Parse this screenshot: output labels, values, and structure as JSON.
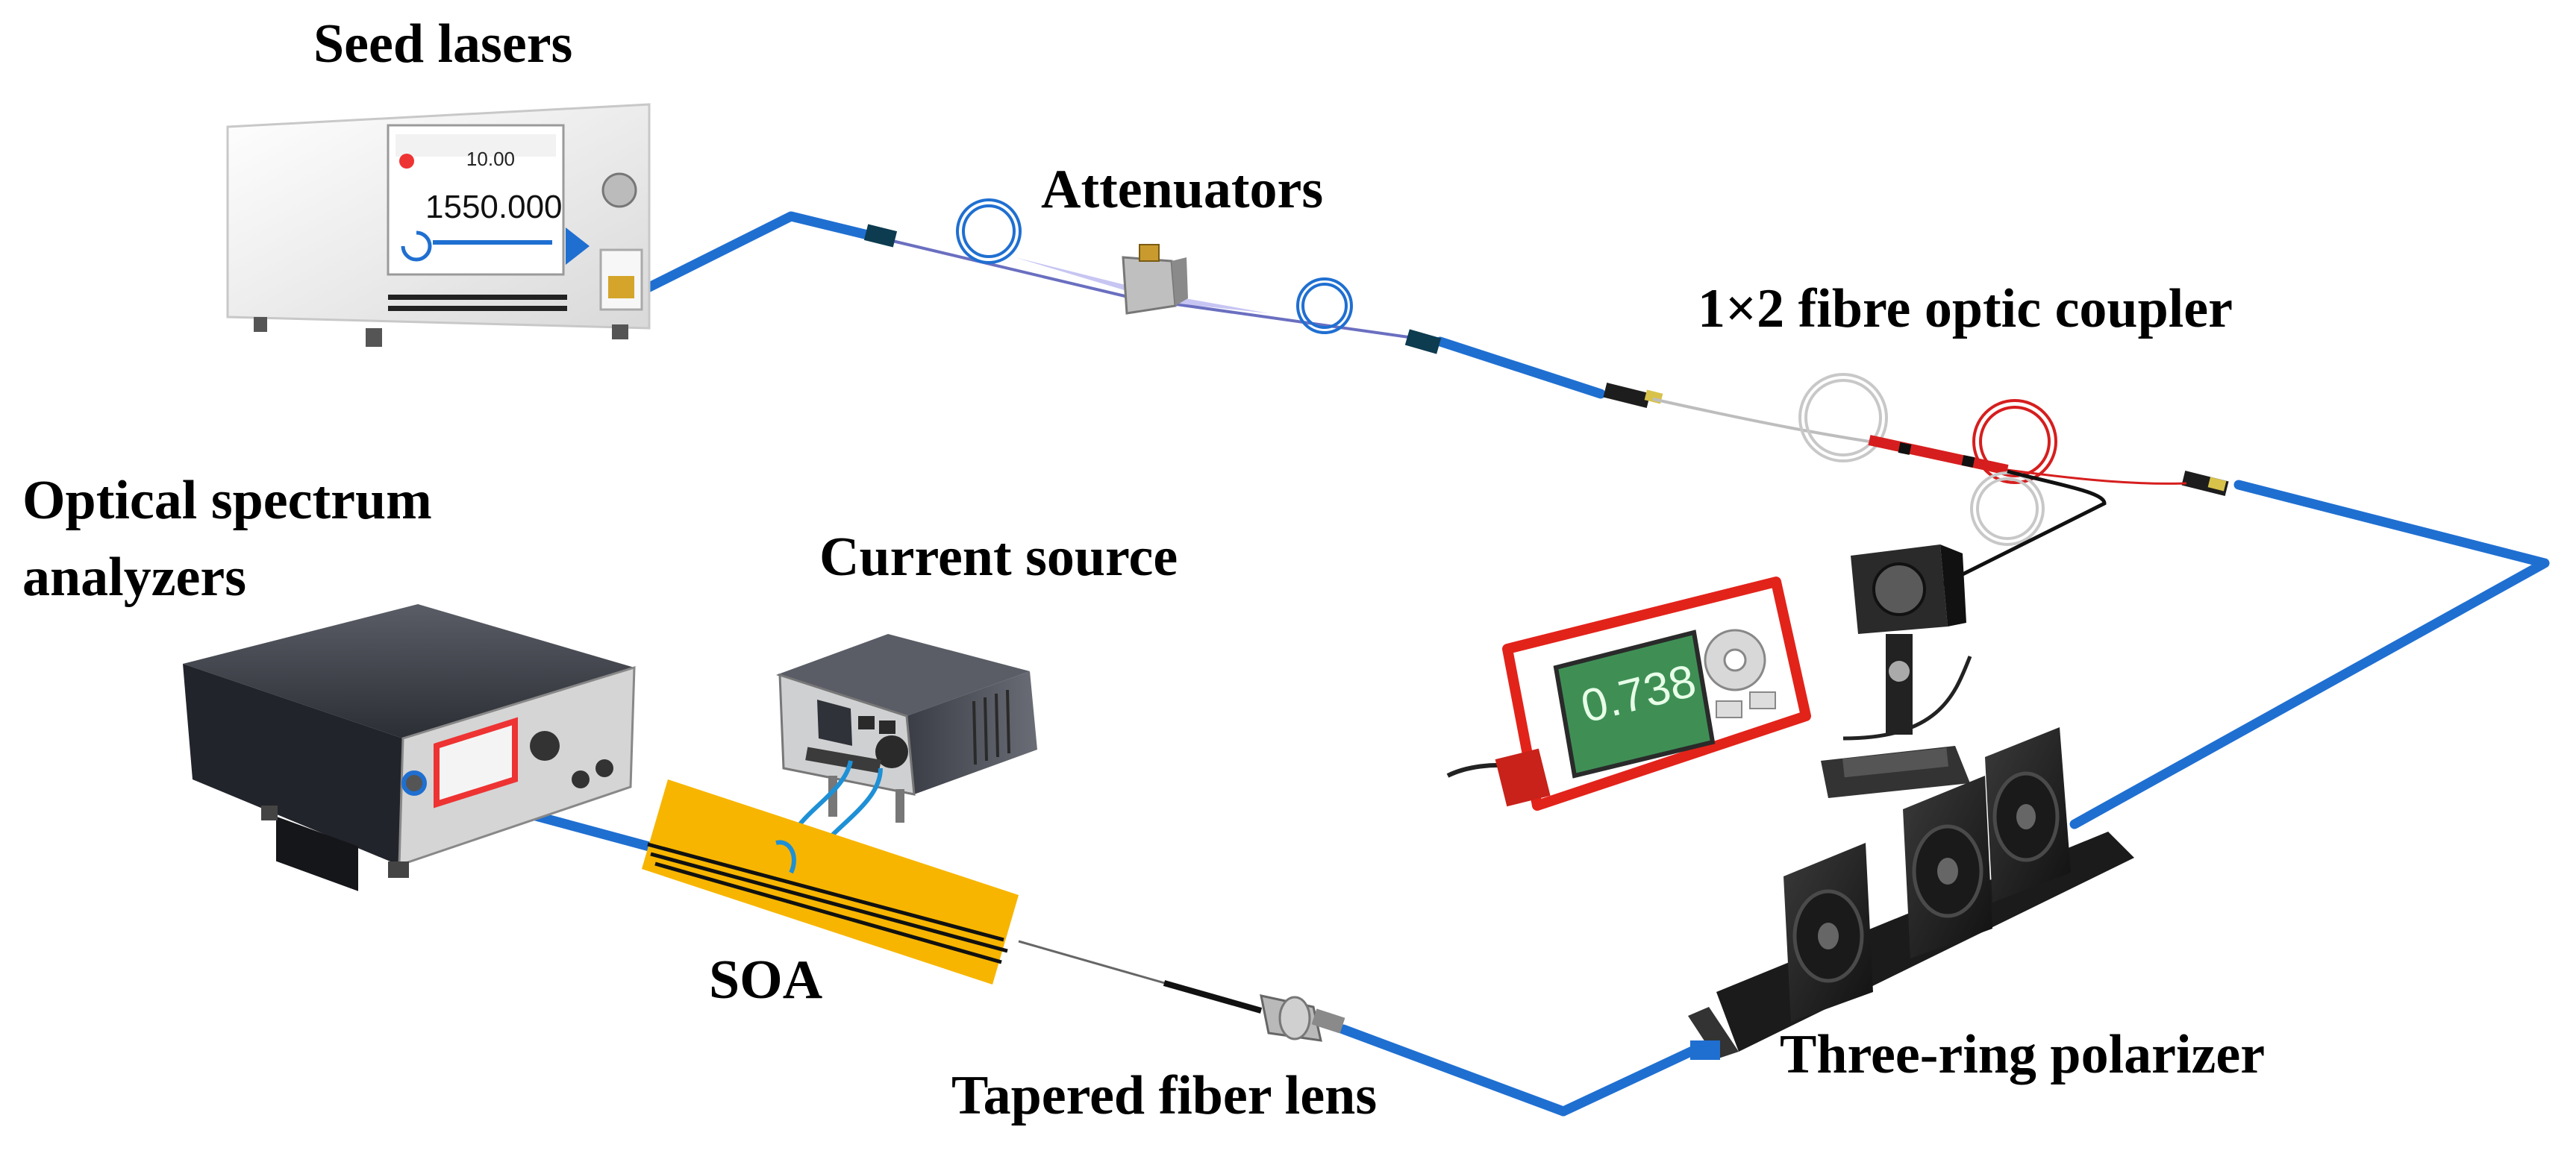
{
  "labels": {
    "seed_lasers": "Seed lasers",
    "attenuators": "Attenuators",
    "coupler": "1×2 fibre optic coupler",
    "osa_line1": "Optical spectrum",
    "osa_line2": "analyzers",
    "current_source": "Current source",
    "soa": "SOA",
    "tapered_lens": "Tapered fiber lens",
    "polarizer": "Three-ring polarizer"
  },
  "laser_screen": {
    "wavelength": "1550.000",
    "power": "10.00"
  },
  "power_meter_screen": {
    "reading": "0.738"
  },
  "colors": {
    "fiber": "#1f6fd1",
    "soa": "#f7b500",
    "meter_red": "#e2231a",
    "meter_screen": "#3f8f55"
  }
}
